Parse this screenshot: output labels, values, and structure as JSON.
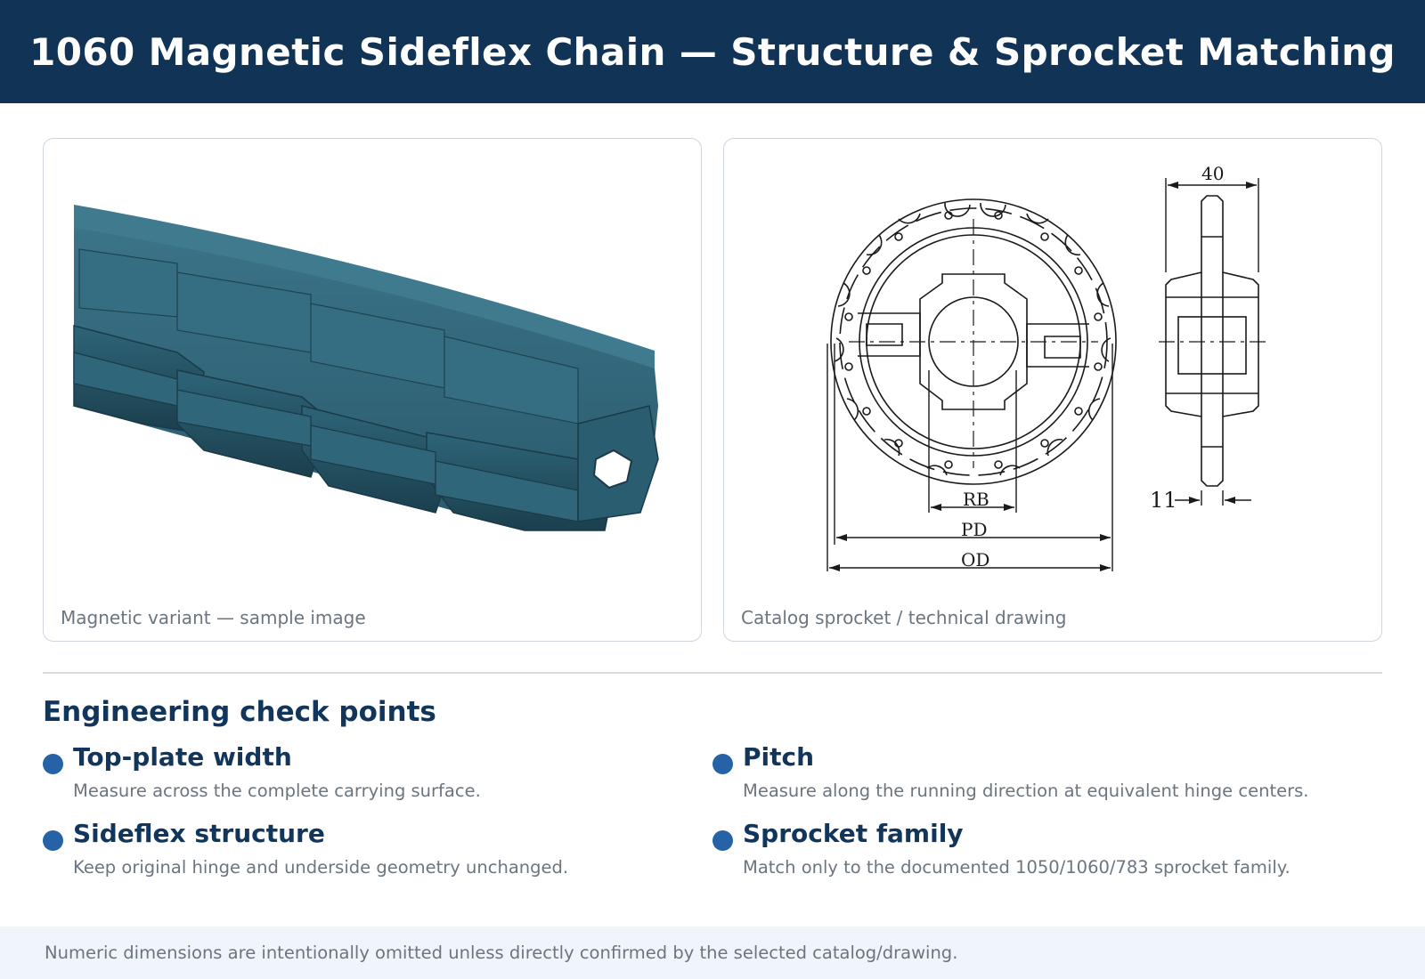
{
  "header": {
    "title": "1060 Magnetic Sideflex Chain — Structure & Sprocket Matching"
  },
  "panels": {
    "left": {
      "caption": "Magnetic variant — sample image",
      "chain_color": "#2c5b6e"
    },
    "right": {
      "caption": "Catalog sprocket / technical drawing",
      "drawing_labels": {
        "rb": "RB",
        "pd": "PD",
        "od": "OD",
        "width": "40",
        "hub": "11"
      }
    }
  },
  "section": {
    "title": "Engineering check points"
  },
  "checks": [
    {
      "title": "Top-plate width",
      "desc": "Measure across the complete carrying surface."
    },
    {
      "title": "Pitch",
      "desc": "Measure along the running direction at equivalent hinge centers."
    },
    {
      "title": "Sideflex structure",
      "desc": "Keep original hinge and underside geometry unchanged."
    },
    {
      "title": "Sprocket family",
      "desc": "Match only to the documented 1050/1060/783 sprocket family."
    }
  ],
  "footer": {
    "note": "Numeric dimensions are intentionally omitted unless directly confirmed by the selected catalog/drawing."
  },
  "colors": {
    "header_bg": "#113356",
    "accent": "#2563a6",
    "heading": "#12355b",
    "muted": "#6b7580"
  }
}
